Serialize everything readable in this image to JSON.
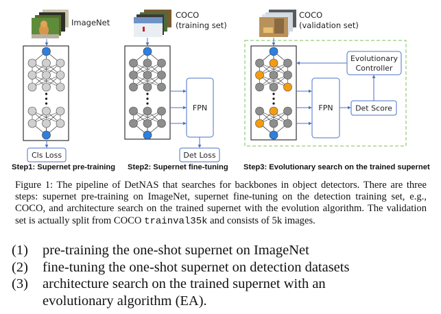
{
  "figure": {
    "colors": {
      "box_border": "#4a72c4",
      "arrow": "#4a72c4",
      "io_node": "#2f7fe0",
      "selected_node": "#f39c12",
      "node_step1": "#d0d0d0",
      "node_step23": "#8e8e8e",
      "dashed_border": "#7ac25a"
    },
    "step1": {
      "dataset_label": "ImageNet",
      "loss_label": "Cls Loss",
      "caption": "Step1: Supernet pre-training"
    },
    "step2": {
      "dataset_label_line1": "COCO",
      "dataset_label_line2": "(training set)",
      "fpn_label": "FPN",
      "loss_label": "Det Loss",
      "caption": "Step2: Supernet fine-tuning"
    },
    "step3": {
      "dataset_label_line1": "COCO",
      "dataset_label_line2": "(validation set)",
      "fpn_label": "FPN",
      "score_label": "Det Score",
      "controller_label_line1": "Evolutionary",
      "controller_label_line2": "Controller",
      "caption": "Step3: Evolutionary search on the trained supernet",
      "selected_nodes": [
        [
          0,
          1
        ],
        [
          1,
          0
        ],
        [
          2,
          2
        ],
        [
          3,
          1
        ],
        [
          4,
          0
        ]
      ]
    }
  },
  "caption": {
    "prefix": "Figure 1: The pipeline of DetNAS that searches for backbones in object detectors. There are three steps: supernet pre-training on ImageNet, supernet fine-tuning on the detection training set, e.g., COCO, and architecture search on the trained supernet with the evolution algorithm. The validation set is actually split from COCO ",
    "code": "trainval35k",
    "suffix": " and consists of 5k images."
  },
  "list": [
    {
      "num": "(1)",
      "text": "pre-training the one-shot supernet on ImageNet"
    },
    {
      "num": "(2)",
      "text": "fine-tuning the one-shot supernet on detection datasets"
    },
    {
      "num": "(3)",
      "text": "architecture search on the trained supernet with an evolutionary algorithm (EA)."
    }
  ]
}
